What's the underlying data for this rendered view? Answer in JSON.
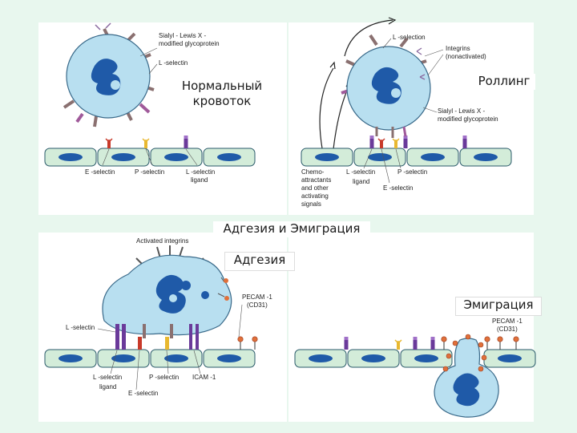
{
  "panels": {
    "normal": {
      "title": "Нормальный кровоток",
      "labels": {
        "sialyl": "Sialyl - Lewis X -",
        "sialyl2": "modified glycoprotein",
        "l_selectin": "L -selectin",
        "e_selectin": "E -selectin",
        "p_selectin": "P -selectin",
        "l_ligand": "L -selectin",
        "l_ligand2": "ligand"
      }
    },
    "rolling": {
      "title": "Роллинг",
      "labels": {
        "l_selectin": "L -selection",
        "integrins": "Integrins",
        "integrins2": "(nonactivated)",
        "sialyl": "Sialyl - Lewis X -",
        "sialyl2": "modified glycoprotein",
        "chemo1": "Chemo-",
        "chemo2": "attractants",
        "chemo3": "and other",
        "chemo4": "activating",
        "chemo5": "signals",
        "l_ligand": "L -selectin",
        "l_ligand2": "ligand",
        "p_selectin": "P -selectin",
        "e_selectin": "E -selectin"
      }
    },
    "middle_title": "Адгезия и Эмиграция",
    "adhesion": {
      "title": "Адгезия",
      "labels": {
        "integrins": "Activated integrins",
        "pecam": "PECAM -1",
        "pecam2": "(CD31)",
        "l_selectin": "L -selectin",
        "l_ligand": "L -selectin",
        "l_ligand2": "ligand",
        "e_selectin": "E -selectin",
        "p_selectin": "P -selectin",
        "icam": "ICAM -1"
      }
    },
    "emigration": {
      "title": "Эмиграция",
      "labels": {
        "pecam": "PECAM -1",
        "pecam2": "(CD31)"
      }
    }
  },
  "colors": {
    "cell_fill": "#b8dff0",
    "nucleus": "#1f5aa8",
    "endothelium": "#d3ecd9",
    "endo_nucleus": "#1f5aa8",
    "purple": "#6a3a9a",
    "red": "#d84a3a",
    "yellow": "#e8b830",
    "pecam_ball": "#e0703a"
  }
}
